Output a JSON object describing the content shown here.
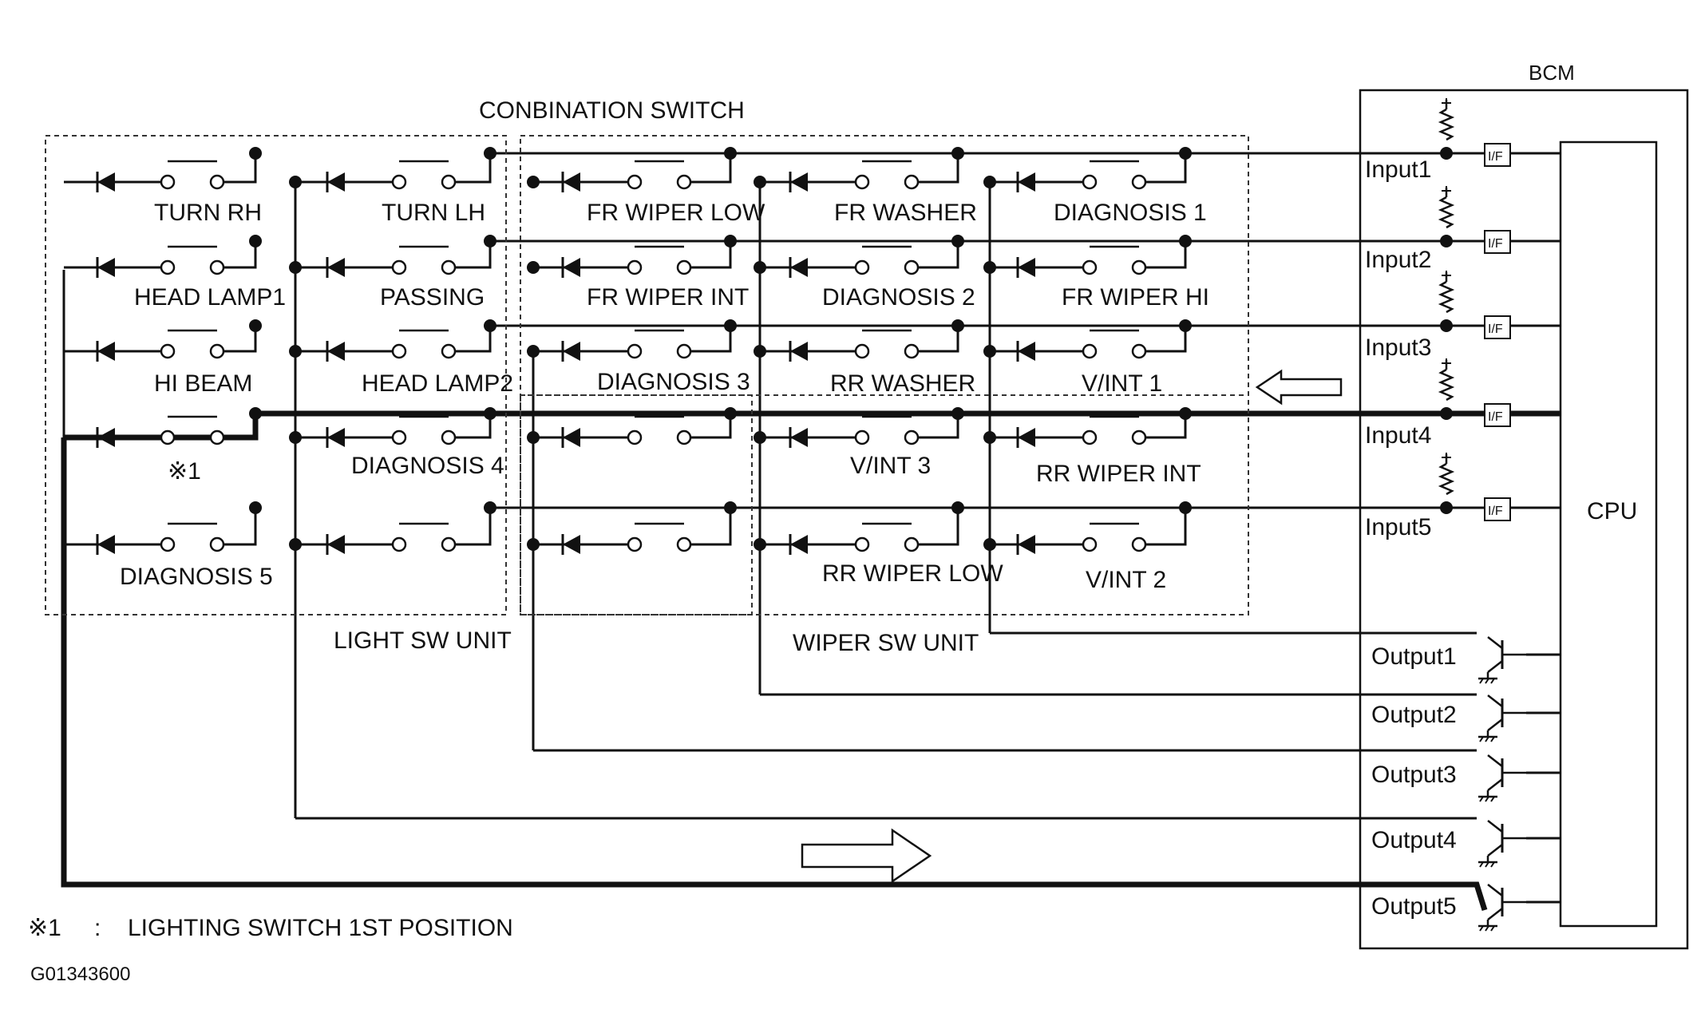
{
  "title": "CONBINATION SWITCH",
  "bcm_label": "BCM",
  "cpu_label": "CPU",
  "if_label": "I/F",
  "units": {
    "light": "LIGHT SW UNIT",
    "wiper": "WIPER SW UNIT"
  },
  "light_switch_labels": [
    "TURN RH",
    "TURN LH",
    "HEAD LAMP1",
    "PASSING",
    "HI BEAM",
    "HEAD LAMP2",
    "※1",
    "DIAGNOSIS 4",
    "DIAGNOSIS 5"
  ],
  "wiper_switch_labels": [
    "FR WIPER LOW",
    "FR WASHER",
    "DIAGNOSIS 1",
    "FR WIPER INT",
    "DIAGNOSIS 2",
    "FR WIPER HI",
    "DIAGNOSIS 3",
    "RR WASHER",
    "V/INT 1",
    "V/INT 3",
    "RR WIPER INT",
    "RR WIPER LOW",
    "V/INT 2"
  ],
  "inputs": [
    "Input1",
    "Input2",
    "Input3",
    "Input4",
    "Input5"
  ],
  "outputs": [
    "Output1",
    "Output2",
    "Output3",
    "Output4",
    "Output5"
  ],
  "footnote_mark": "※1",
  "footnote_sep": ":",
  "footnote_text": "LIGHTING SWITCH 1ST POSITION",
  "figure_id": "G01343600"
}
